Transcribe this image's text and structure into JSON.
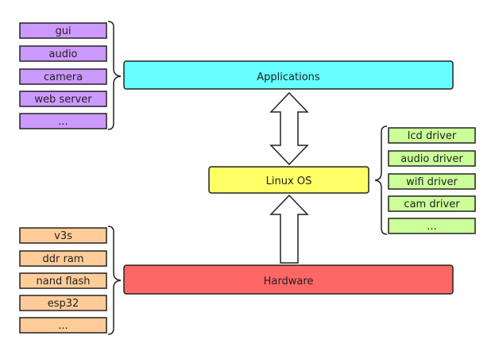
{
  "applications": {
    "label": "Applications",
    "color": "#66ffff"
  },
  "linux_os": {
    "label": "Linux OS",
    "color": "#ffff66"
  },
  "hardware": {
    "label": "Hardware",
    "color": "#ff6666"
  },
  "app_items": {
    "color": "#cc99ff",
    "labels": [
      "gui",
      "audio",
      "camera",
      "web server",
      "..."
    ]
  },
  "driver_items": {
    "color": "#ccff99",
    "labels": [
      "lcd driver",
      "audio driver",
      "wifi driver",
      "cam driver",
      "..."
    ]
  },
  "hardware_items": {
    "color": "#ffcc99",
    "labels": [
      "v3s",
      "ddr ram",
      "nand flash",
      "esp32",
      "..."
    ]
  }
}
